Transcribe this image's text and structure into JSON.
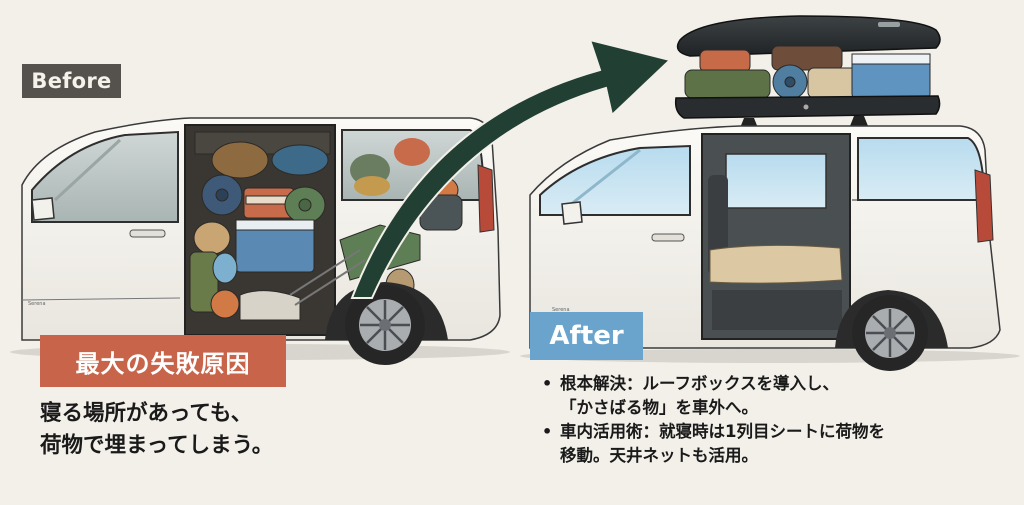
{
  "labels": {
    "before": "Before",
    "after": "After",
    "cause": "最大の失敗原因"
  },
  "problem": {
    "line1": "寝る場所があっても、",
    "line2": "荷物で埋まってしまう。"
  },
  "solutions": [
    {
      "bullet": "•",
      "line1": "根本解決：ルーフボックスを導入し、",
      "line2": "「かさばる物」を車外へ。"
    },
    {
      "bullet": "•",
      "line1": "車内活用術：就寝時は1列目シートに荷物を",
      "line2": "移動。天井ネットも活用。"
    }
  ],
  "illustrations": {
    "before_car": "minivan-side-door-open-packed-with-luggage",
    "after_car": "minivan-with-roof-box-bed-inside",
    "arrow": "curved-arrow-icon"
  },
  "colors": {
    "background": "#f3f0ea",
    "before_label": "#55524d",
    "after_label": "#6aa3cc",
    "cause_label": "#c8644a",
    "arrow": "#213f33"
  }
}
